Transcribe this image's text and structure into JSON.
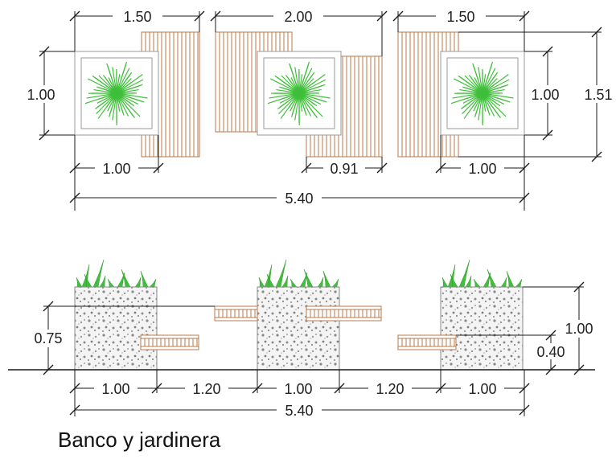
{
  "title": "Banco y jardinera",
  "colors": {
    "wood": "#b97a4a",
    "plant": "#3fbf3a",
    "concrete": "#8a8a8a",
    "line": "#1a1a1a"
  },
  "plan_dims": {
    "top_left_width": "1.50",
    "top_center_width": "2.00",
    "top_right_width": "1.50",
    "left_height": "1.00",
    "right_inner_height": "1.00",
    "right_outer_height": "1.51",
    "bottom_left_width": "1.00",
    "bottom_center_width": "0.91",
    "bottom_right_width": "1.00",
    "total_width": "5.40"
  },
  "elevation_dims": {
    "left_height": "0.75",
    "right_height": "1.00",
    "right_seat_height": "0.40",
    "seg_1": "1.00",
    "seg_2": "1.20",
    "seg_3": "1.00",
    "seg_4": "1.20",
    "seg_5": "1.00",
    "total_width": "5.40"
  }
}
